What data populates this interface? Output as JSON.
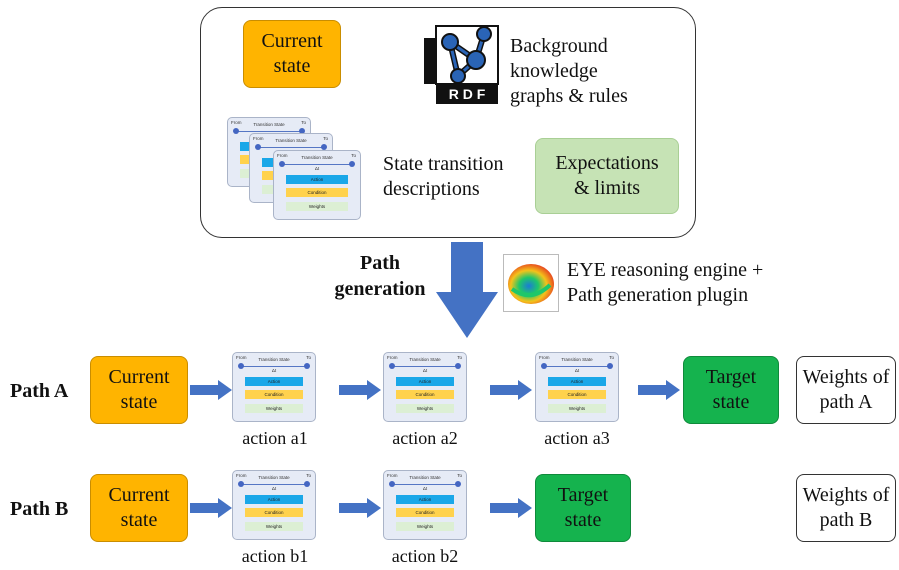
{
  "top_panel": {
    "current_state": "Current state",
    "rdf_label": "R D F",
    "background_knowledge": "Background knowledge graphs & rules",
    "state_transition": "State transition descriptions",
    "expectations": "Expectations & limits"
  },
  "card": {
    "from": "From",
    "to": "To",
    "title": "Transition State",
    "delta": "Δt",
    "action": "Action",
    "condition": "Condition",
    "weights": "Weights"
  },
  "generation": {
    "label": "Path generation",
    "engine": "EYE reasoning engine + Path generation plugin"
  },
  "path_a": {
    "label": "Path A",
    "current_state": "Current state",
    "actions": [
      "action a1",
      "action a2",
      "action a3"
    ],
    "target_state": "Target state",
    "weights": "Weights of path A"
  },
  "path_b": {
    "label": "Path B",
    "current_state": "Current state",
    "actions": [
      "action b1",
      "action b2"
    ],
    "target_state": "Target state",
    "weights": "Weights of path B"
  },
  "colors": {
    "orange": "#ffb400",
    "green": "#15b34e",
    "light_green": "#c6e3b5",
    "arrow_blue": "#4472c4"
  }
}
